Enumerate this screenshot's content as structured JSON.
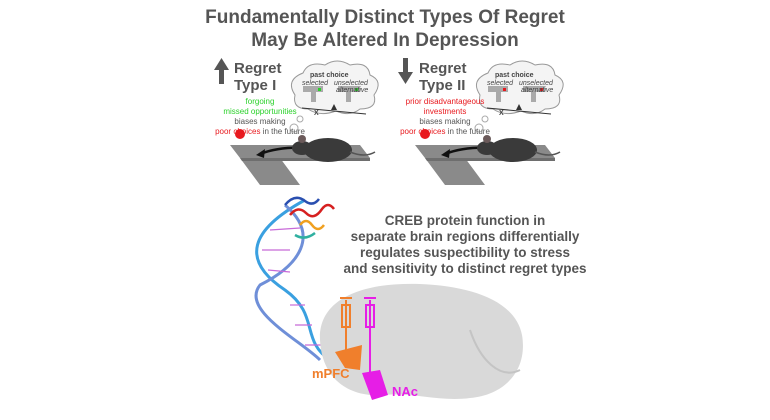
{
  "title": {
    "line1": "Fundamentally Distinct Types Of Regret",
    "line2": "May Be Altered In Depression"
  },
  "panels": [
    {
      "heading_line1": "Regret",
      "heading_line2": "Type I",
      "arrow": "up-arrow",
      "text_colored_1": "forgoing",
      "text_colored_2": "missed opportunities",
      "colored_color": "#2bd12b",
      "text_mid": "biases making",
      "text_red": "poor choices",
      "text_tail": " in the future",
      "cloud": {
        "title": "past choice",
        "selected": "selected",
        "unselected_1": "unselected",
        "unselected_2": "alternative",
        "x_mark": "X"
      }
    },
    {
      "heading_line1": "Regret",
      "heading_line2": "Type II",
      "arrow": "down-arrow",
      "text_colored_1": "prior disadvantageous",
      "text_colored_2": "investments",
      "colored_color": "#e8191e",
      "text_mid": "biases making",
      "text_red": "poor choices",
      "text_tail": " in the future",
      "cloud": {
        "title": "past choice",
        "selected": "selected",
        "unselected_1": "unselected",
        "unselected_2": "alternative",
        "x_mark": "X"
      }
    }
  ],
  "creb": {
    "line1": "CREB protein function in",
    "line2": "separate brain regions differentially",
    "line3": "regulates suspectibility to stress",
    "line4": "and sensitivity to distinct regret types"
  },
  "regions": {
    "mpfc": "mPFC",
    "nac": "NAc",
    "mpfc_color": "#f07f2c",
    "nac_color": "#e61ee6"
  }
}
